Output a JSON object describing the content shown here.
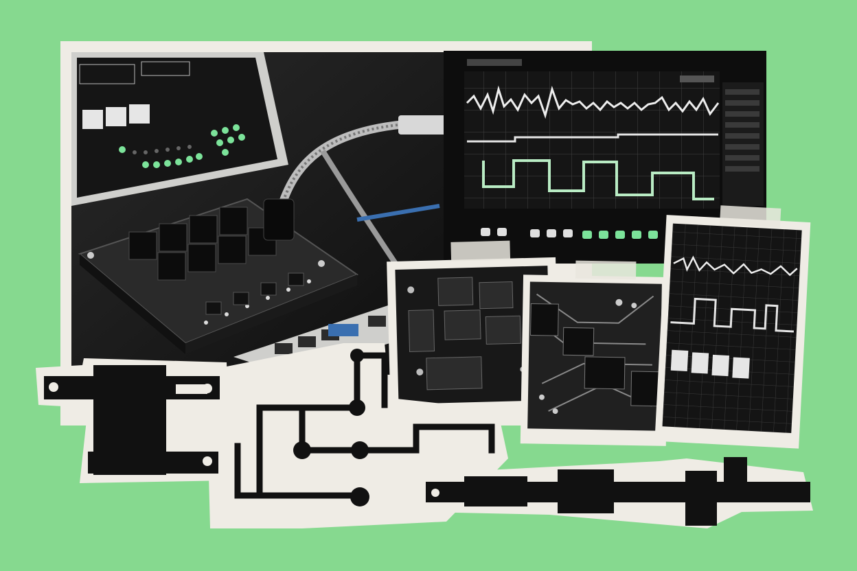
{
  "palette": {
    "background": "#86d98f",
    "paper": "#efece5",
    "ink": "#111111",
    "dark": "#1b1b1b",
    "mid": "#3a3a3a",
    "light": "#d9d9d6",
    "led_green": "#7ce39a",
    "accent_blue": "#3a6fb0"
  },
  "collage": {
    "photo_main": {
      "subject": "relay-board-photo"
    },
    "photo_monitor": {
      "subject": "oscilloscope-monitor-photo"
    },
    "polaroids": [
      {
        "subject": "relay-closeup-photo"
      },
      {
        "subject": "circuit-board-photo"
      },
      {
        "subject": "waveform-screen-photo"
      }
    ],
    "cutouts": [
      {
        "subject": "relay-silhouette"
      },
      {
        "subject": "trace-silhouette"
      },
      {
        "subject": "connector-strip-silhouette"
      }
    ]
  }
}
